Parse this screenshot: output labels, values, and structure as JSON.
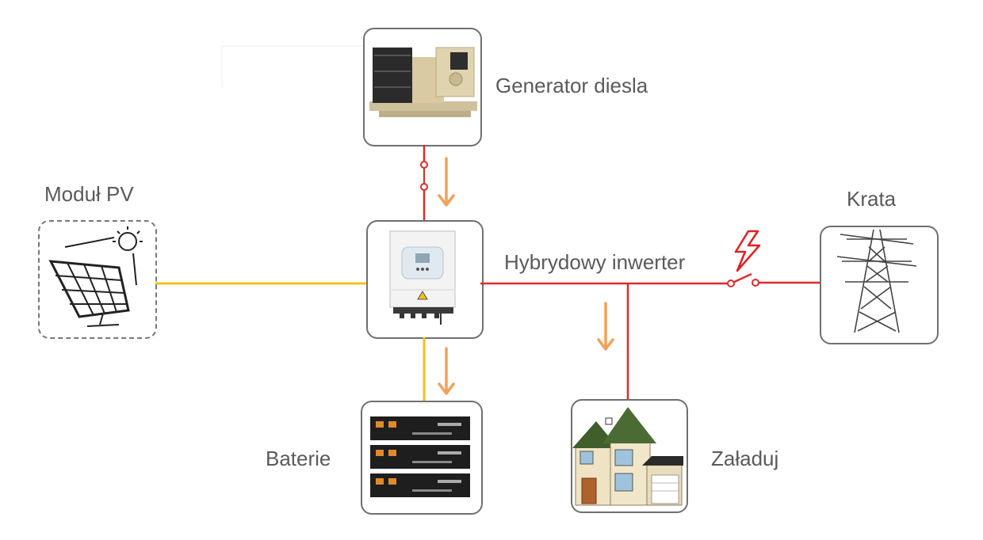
{
  "labels": {
    "generator": "Generator diesla",
    "pv": "Moduł PV",
    "grid": "Krata",
    "inverter": "Hybrydowy inwerter",
    "battery": "Baterie",
    "load": "Załaduj"
  },
  "colors": {
    "ac_line": "#d92c2c",
    "dc_line": "#f2c21b",
    "flow_arrow": "#f0a15a",
    "box_border": "#6f6f6f",
    "label_text": "#5a5a5a"
  },
  "icons": {
    "generator": "diesel-generator-icon",
    "pv": "solar-panel-icon",
    "inverter": "hybrid-inverter-icon",
    "grid": "transmission-tower-icon",
    "battery": "battery-stack-icon",
    "load": "house-icon",
    "fault": "lightning-bolt-icon"
  }
}
